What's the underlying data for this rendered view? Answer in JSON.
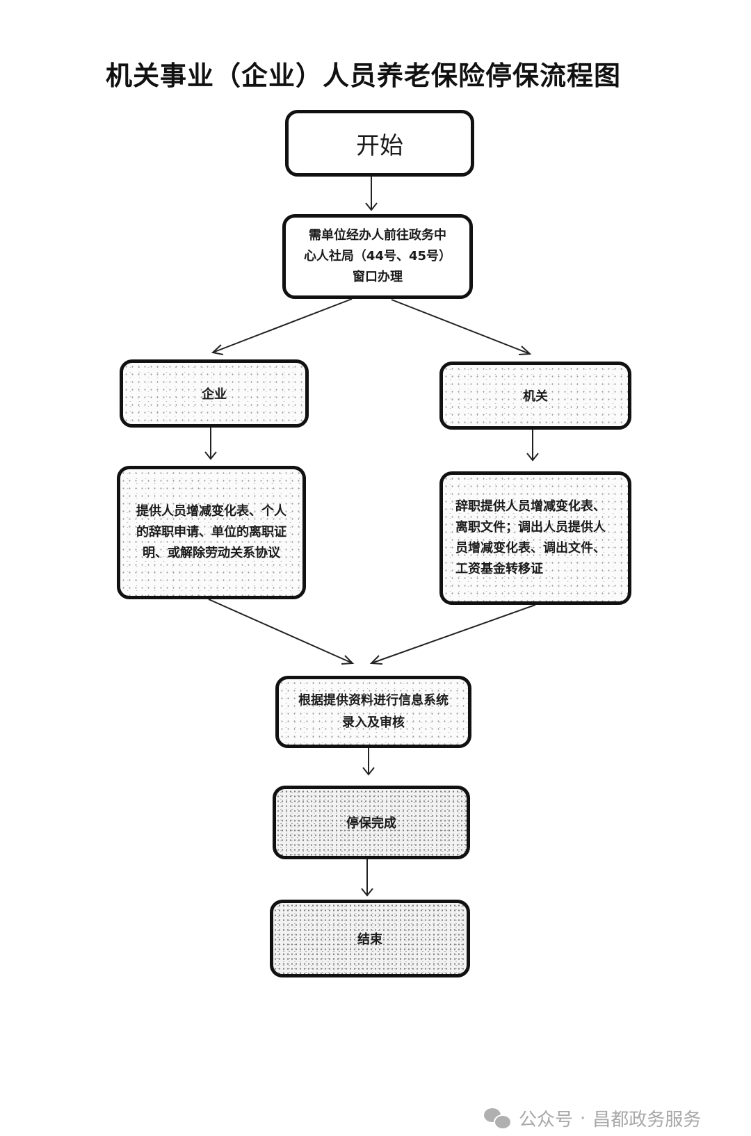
{
  "diagram": {
    "title": "机关事业（企业）人员养老保险停保流程图",
    "nodes": {
      "start": {
        "lines": [
          "开始"
        ]
      },
      "window": {
        "lines": [
          "需单位经办人前往政务中",
          "心人社局（44号、45号）",
          "窗口办理"
        ]
      },
      "qiye": {
        "lines": [
          "企业"
        ]
      },
      "jiguan": {
        "lines": [
          "机关"
        ]
      },
      "qiye_docs": {
        "lines": [
          "提供人员增减变化表、个人",
          "的辞职申请、单位的离职证",
          "明、或解除劳动关系协议"
        ]
      },
      "jiguan_docs": {
        "lines": [
          "辞职提供人员增减变化表、",
          "离职文件；调出人员提供人",
          "员增减变化表、调出文件、",
          "工资基金转移证"
        ]
      },
      "review": {
        "lines": [
          "根据提供资料进行信息系统",
          "录入及审核"
        ]
      },
      "done": {
        "lines": [
          "停保完成"
        ]
      },
      "end": {
        "lines": [
          "结束"
        ]
      }
    },
    "edges": [
      {
        "from": "start",
        "to": "window"
      },
      {
        "from": "window",
        "to": "qiye"
      },
      {
        "from": "window",
        "to": "jiguan"
      },
      {
        "from": "qiye",
        "to": "qiye_docs"
      },
      {
        "from": "jiguan",
        "to": "jiguan_docs"
      },
      {
        "from": "qiye_docs",
        "to": "review"
      },
      {
        "from": "jiguan_docs",
        "to": "review"
      },
      {
        "from": "review",
        "to": "done"
      },
      {
        "from": "done",
        "to": "end"
      }
    ]
  },
  "watermark": {
    "icon": "wechat-icon",
    "label": "公众号",
    "separator": "·",
    "account": "昌都政务服务"
  }
}
